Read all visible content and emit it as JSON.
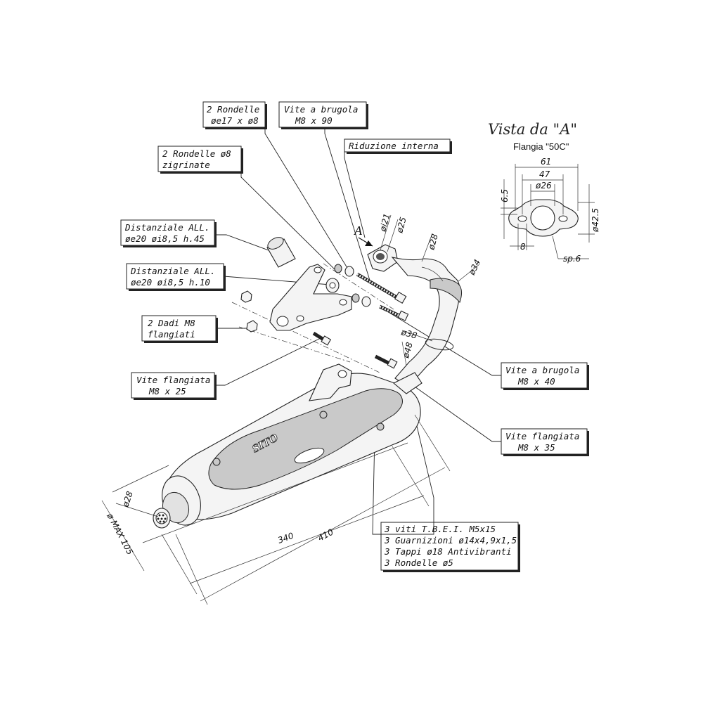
{
  "flange_view": {
    "title": "Vista da \"A\"",
    "subtitle": "Flangia \"50C\"",
    "dims": {
      "width_61": "61",
      "width_47": "47",
      "bore_26": "ø26",
      "height_6_5": "6.5",
      "height_42_5": "ø42.5",
      "hole_8": "8",
      "thickness": "sp.6"
    }
  },
  "view_arrow_label": "A",
  "callouts": {
    "rondelle_2": [
      "2 Rondelle",
      "øe17 x ø8"
    ],
    "vite_brugola_90": [
      "Vite a brugola",
      "M8 x 90"
    ],
    "riduzione": [
      "Riduzione interna"
    ],
    "rondelle_zig": [
      "2 Rondelle ø8",
      "zigrinate"
    ],
    "distanziale_45": [
      "Distanziale ALL.",
      "øe20 øi8,5 h.45"
    ],
    "distanziale_10": [
      "Distanziale ALL.",
      "øe20 øi8,5 h.10"
    ],
    "dadi_m8": [
      "2 Dadi M8",
      "flangiati"
    ],
    "vite_flangiata_25": [
      "Vite flangiata",
      "M8 x 25"
    ],
    "vite_brugola_40": [
      "Vite a brugola",
      "M8 x 40"
    ],
    "vite_flangiata_35": [
      "Vite flangiata",
      "M8 x 35"
    ],
    "kit": [
      "3 viti T.B.E.I. M5x15",
      "3 Guarnizioni ø14x4,9x1,5",
      "3 Tappi ø18 Antivibranti",
      "3 Rondelle ø5"
    ]
  },
  "pipe_dims": {
    "d21": "øi21",
    "d25": "ø25",
    "d28_top": "ø28",
    "d34": "ø34",
    "d38": "ø38",
    "d48": "ø48"
  },
  "muffler_dims": {
    "tail_d28": "ø28",
    "max_105": "ø MAX 105",
    "len_340": "340",
    "len_410": "410"
  },
  "brand": "SITO"
}
